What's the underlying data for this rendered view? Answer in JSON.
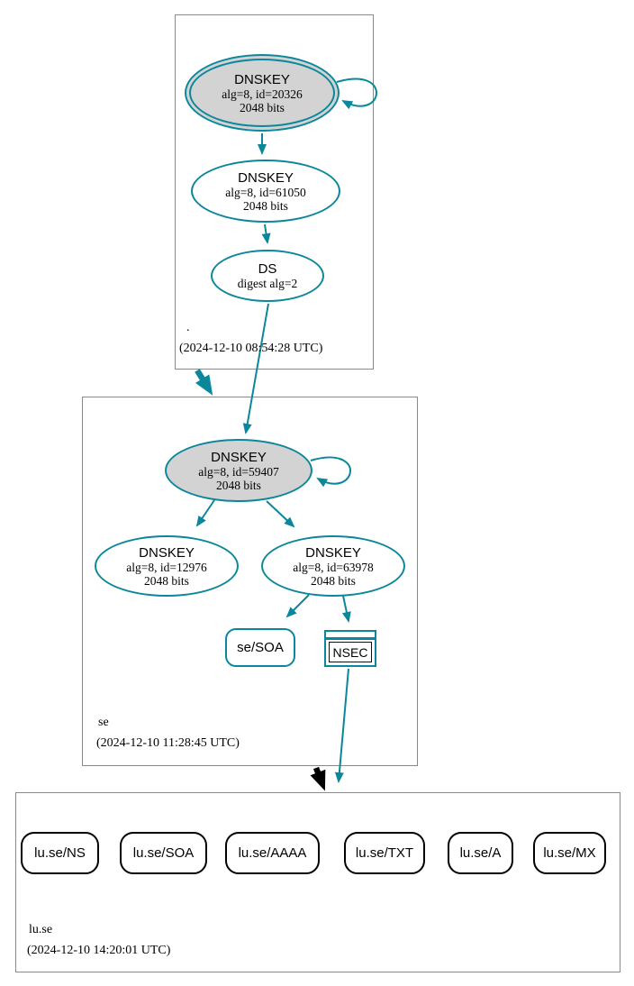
{
  "zones": [
    {
      "name": ".",
      "timestamp": "(2024-12-10 08:54:28 UTC)",
      "nodes": {
        "ksk": {
          "title": "DNSKEY",
          "algorithm": "alg=8, id=20326",
          "size": "2048 bits"
        },
        "zsk": {
          "title": "DNSKEY",
          "algorithm": "alg=8, id=61050",
          "size": "2048 bits"
        },
        "ds": {
          "title": "DS",
          "digest": "digest alg=2"
        }
      }
    },
    {
      "name": "se",
      "timestamp": "(2024-12-10 11:28:45 UTC)",
      "nodes": {
        "ksk": {
          "title": "DNSKEY",
          "algorithm": "alg=8, id=59407",
          "size": "2048 bits"
        },
        "zsk1": {
          "title": "DNSKEY",
          "algorithm": "alg=8, id=12976",
          "size": "2048 bits"
        },
        "zsk2": {
          "title": "DNSKEY",
          "algorithm": "alg=8, id=63978",
          "size": "2048 bits"
        },
        "soa": {
          "label": "se/SOA"
        },
        "nsec": {
          "label": "NSEC"
        }
      }
    },
    {
      "name": "lu.se",
      "timestamp": "(2024-12-10 14:20:01 UTC)",
      "rrsets": [
        {
          "label": "lu.se/NS"
        },
        {
          "label": "lu.se/SOA"
        },
        {
          "label": "lu.se/AAAA"
        },
        {
          "label": "lu.se/TXT"
        },
        {
          "label": "lu.se/A"
        },
        {
          "label": "lu.se/MX"
        }
      ]
    }
  ],
  "colors": {
    "secure": "#0a879a",
    "insecure": "#000000",
    "ksk_fill": "#d3d3d3",
    "zone_border": "#8a8a8a"
  }
}
